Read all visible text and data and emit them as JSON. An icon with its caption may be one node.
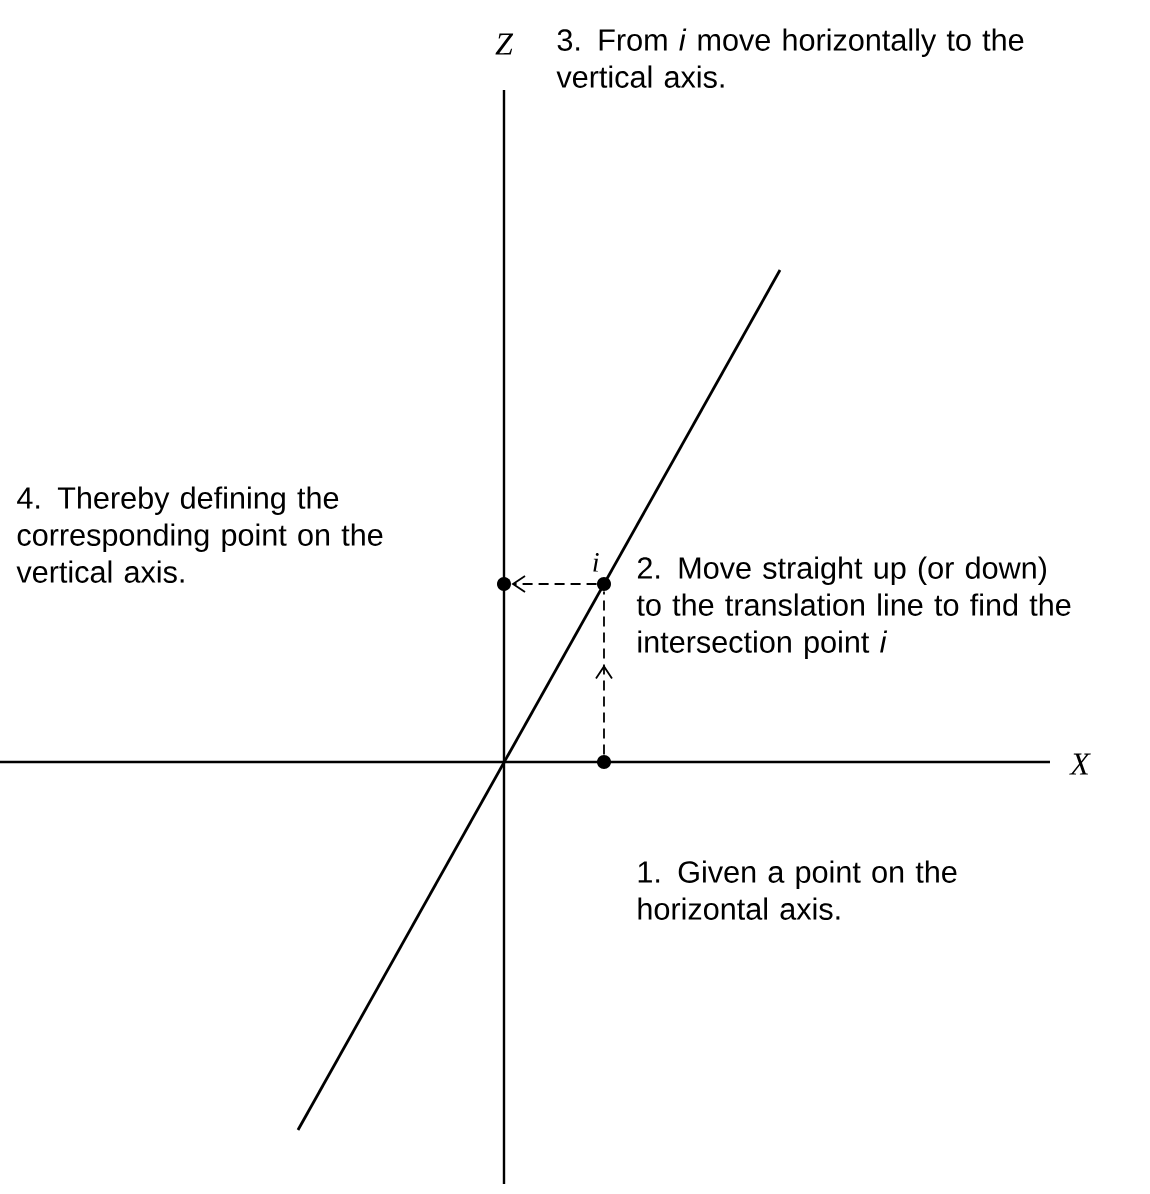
{
  "diagram": {
    "nodes": [
      {
        "text": [],
        "shape": "circle"
      },
      {
        "text": [],
        "shape": "circle",
        "beside": [
          "i"
        ]
      },
      {
        "text": [],
        "shape": "circle"
      }
    ],
    "edges": [
      {
        "from": 0,
        "to": 1,
        "arrow": "to",
        "style": "dashed"
      },
      {
        "from": 1,
        "to": 2,
        "arrow": "to",
        "style": "dashed"
      }
    ],
    "labels": [
      "Z",
      "3. From *i* move horizontally to the vertical axis.",
      "4. Thereby defining the corresponding point on the vertical axis.",
      "2. Move straight up (or down) to the translation line to find the intersection point *i*",
      "X",
      "1. Given a point on the horizontal axis."
    ]
  }
}
